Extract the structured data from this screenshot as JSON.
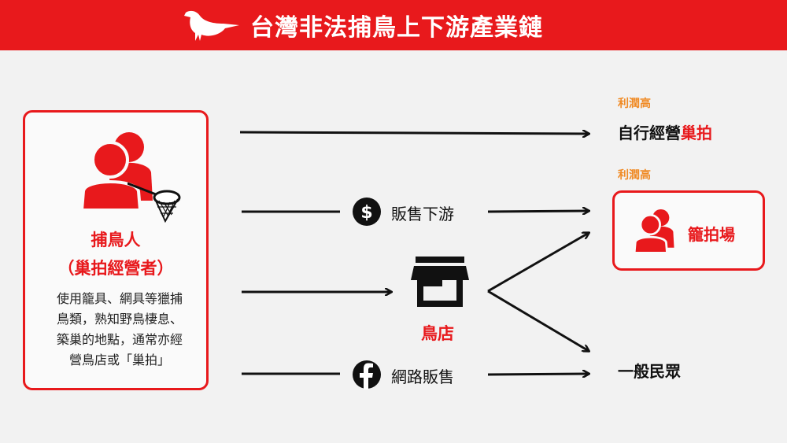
{
  "header": {
    "title": "台灣非法捕鳥上下游產業鏈"
  },
  "catcher": {
    "title_line1": "捕鳥人",
    "title_line2": "（巢拍經營者）",
    "desc_line1": "使用籠具、網具等獵捕",
    "desc_line2": "鳥類，熟知野鳥棲息、",
    "desc_line3": "築巢的地點，通常亦經",
    "desc_line4": "營鳥店或「巢拍」"
  },
  "channels": {
    "sell_downstream": "販售下游",
    "online_sales": "網路販售"
  },
  "shop": {
    "label": "鳥店"
  },
  "destinations": {
    "self_run_profit": "利潤高",
    "self_run_prefix": "自行經營",
    "self_run_highlight": "巢拍",
    "farm_profit": "利潤高",
    "farm_label": "籠拍場",
    "public_label": "一般民眾"
  },
  "colors": {
    "accent": "#e8191c",
    "profit": "#f08a24",
    "background": "#f2f2f2"
  },
  "icons": [
    "bird-icon",
    "people-icon",
    "net-icon",
    "dollar-icon",
    "store-icon",
    "facebook-icon"
  ]
}
